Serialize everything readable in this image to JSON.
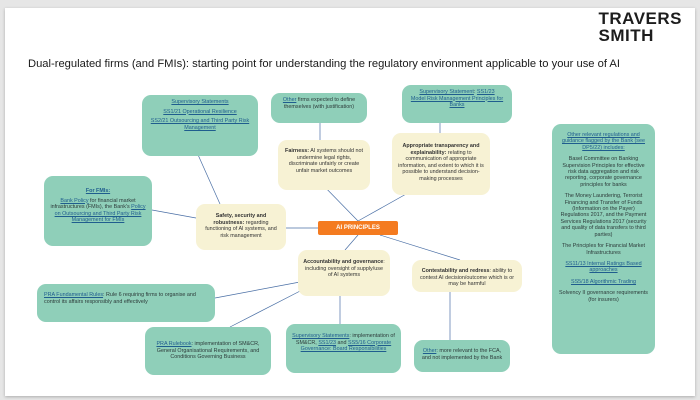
{
  "logo": {
    "line1": "TRAVERS",
    "line2": "SMITH"
  },
  "title": "Dual-regulated firms (and FMIs): starting point for understanding the regulatory environment applicable to your use of AI",
  "center_label": "AI PRINCIPLES",
  "principles": {
    "fairness": {
      "label": "Fairness:",
      "text": " AI systems should not undermine legal rights, discriminate unfairly or create unfair market outcomes"
    },
    "transparency": {
      "label": "Appropriate transparency and explainability:",
      "text": " relating to communication of appropriate information, and extent to which it is possible to understand decision-making processes"
    },
    "safety": {
      "label": "Safety, security and robustness:",
      "text": " regarding functioning of AI systems, and risk management"
    },
    "accountability": {
      "label": "Accountability and governance",
      "text": ": including oversight of supply/use of AI systems"
    },
    "contestability": {
      "label": "Contestability and redress",
      "text": ": ability to contest AI decision/outcome which is or may be harmful"
    }
  },
  "supervisory": {
    "heading": "Supervisory Statements",
    "item1": "SS1/21 Operational Resilience",
    "item2": "SS2/21 Outsourcing and Third Party Risk Management"
  },
  "other_firms": {
    "link": "Other",
    "text": " firms expected to define themselves (with justification)"
  },
  "model_risk": {
    "heading": "Supervisory Statement",
    "ref": "SS1/23",
    "text": "Model Risk Management Principles for Banks"
  },
  "fmis": {
    "heading": "For FMIs:",
    "link1": "Bank Policy",
    "text1": " for financial market infrastructures (FMIs), the Bank's ",
    "link2": "Policy on Outsourcing and Third Party Risk Management for FMIs"
  },
  "fundamental": {
    "link": "PRA Fundamental Rules",
    "text": ": Rule 6 requiring firms to organise and control its affairs responsibly and effectively"
  },
  "rulebook": {
    "link": "PRA Rulebook",
    "text": ": implementation of SM&CR, General Organisational Requirements, and Conditions Governing Business"
  },
  "smcr": {
    "heading": "Supervisory Statements",
    "text1": ": implementation of SM&CR, ",
    "link1": "SS1/23",
    "text2": " and ",
    "link2": "SS5/16 Corporate Governance: Board Responsibilities"
  },
  "fca": {
    "link": "Other",
    "text": ": more relevant to the FCA, and not implemented by the Bank"
  },
  "right_panel": {
    "heading": "Other relevant regulations and guidance flagged by the Bank (see DP5/22) includes:",
    "items": [
      "Basel Committee on Banking Supervision Principles for effective risk data aggregation and risk reporting, corporate governance principles for banks",
      "The Money Laundering, Terrorist Financing and Transfer of Funds (Information on the Payer) Regulations 2017, and the Payment Services Regulations 2017 (security and quality of data transfers to third parties)",
      "The Principles for Financial Market Infrastructures"
    ],
    "links": [
      "SS11/13 Internal Ratings Based approaches",
      "SS5/18 Algorithmic Trading"
    ],
    "last": "Solvency II governance requirements (for insurers)"
  }
}
